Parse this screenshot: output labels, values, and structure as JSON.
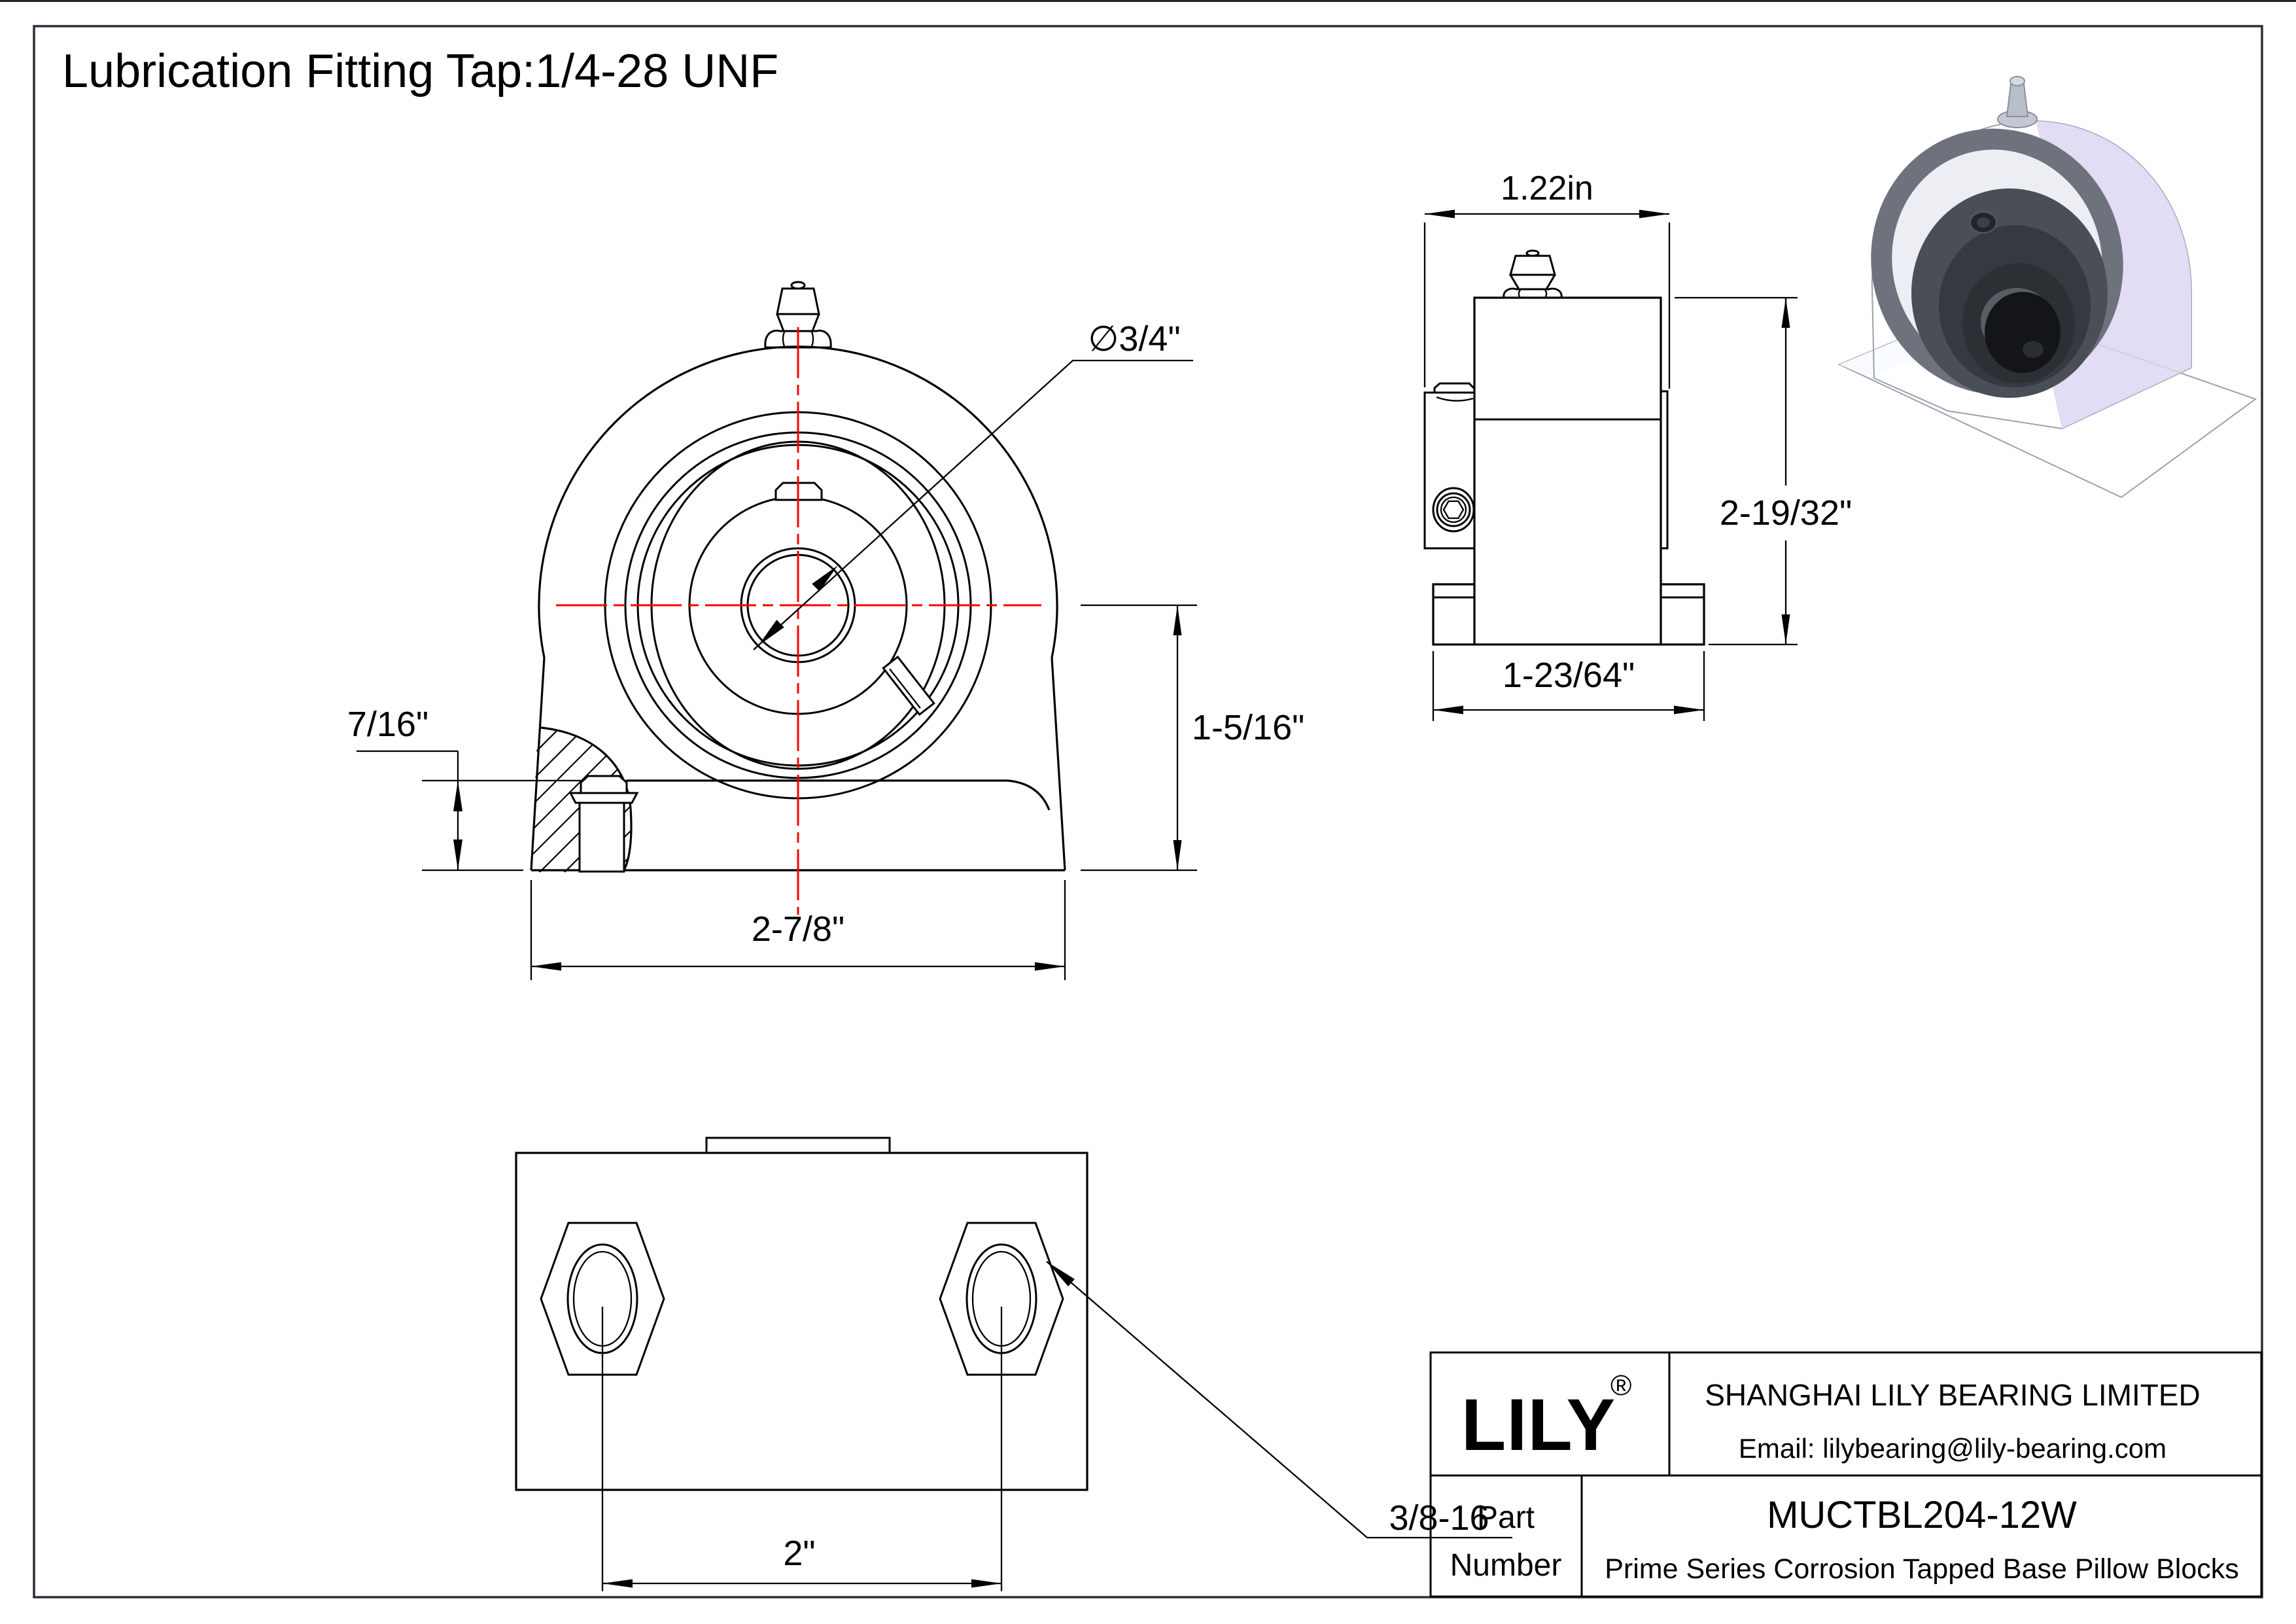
{
  "drawing": {
    "title": "Lubrication Fitting Tap:1/4-28 UNF"
  },
  "front_view": {
    "bore_diameter": "∅3/4\"",
    "base_step_height": "7/16\"",
    "center_height": "1-5/16\"",
    "base_width": "2-7/8\""
  },
  "side_view": {
    "top_width": "1.22in",
    "overall_height": "2-19/32\"",
    "base_depth": "1-23/64\""
  },
  "bottom_view": {
    "hole_spacing": "2\"",
    "thread_spec": "3/8-16"
  },
  "title_block": {
    "logo": "LILY",
    "registered": "®",
    "company": "SHANGHAI LILY BEARING LIMITED",
    "email": "Email: lilybearing@lily-bearing.com",
    "part_label_1": "Part",
    "part_label_2": "Number",
    "part_number": "MUCTBL204-12W",
    "part_series": "Prime Series Corrosion Tapped Base Pillow Blocks"
  },
  "colors": {
    "line": "#000000",
    "centerline": "#ff0000",
    "frame": "#2d2d3a",
    "render_lavender": "#d9d2ee"
  }
}
